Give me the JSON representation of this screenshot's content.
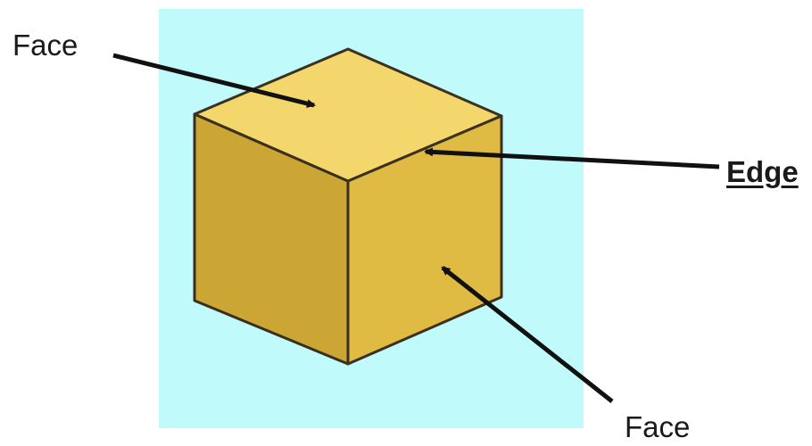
{
  "labels": {
    "face_top": "Face",
    "edge": "Edge",
    "face_bottom": "Face"
  },
  "colors": {
    "background_panel": "#c0fafb",
    "cube_top_face": "#f3d66c",
    "cube_left_face": "#d4ad37",
    "cube_right_face": "#e0bb44",
    "cube_outline": "#3c3020",
    "arrow": "#111111"
  }
}
